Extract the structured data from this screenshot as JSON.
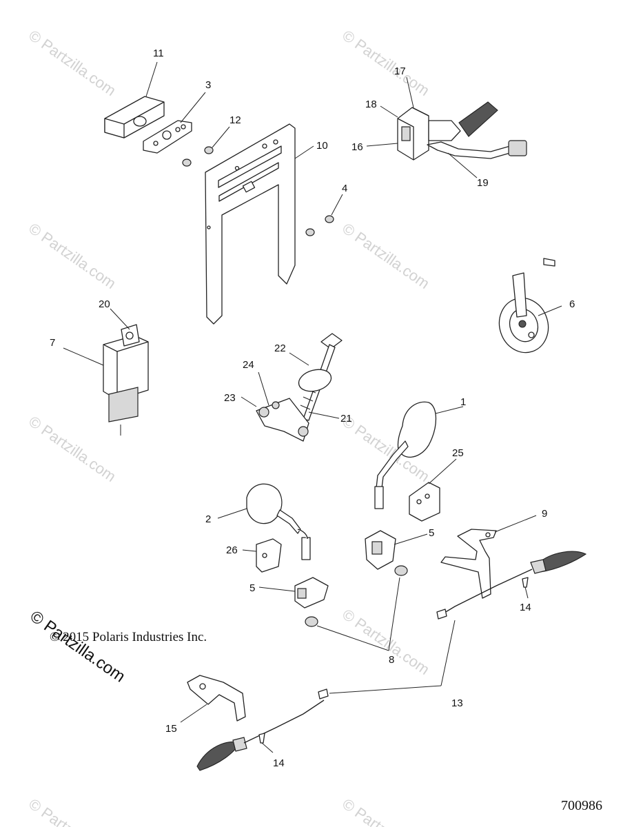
{
  "watermark": {
    "text": "© Partzilla.com"
  },
  "copyright": "© 2015 Polaris Industries Inc.",
  "figure_number": "700986",
  "callouts": [
    "11",
    "3",
    "12",
    "10",
    "4",
    "17",
    "18",
    "16",
    "19",
    "6",
    "20",
    "7",
    "22",
    "24",
    "23",
    "21",
    "1",
    "25",
    "2",
    "9",
    "5",
    "26",
    "5",
    "14",
    "8",
    "13",
    "15",
    "14"
  ]
}
